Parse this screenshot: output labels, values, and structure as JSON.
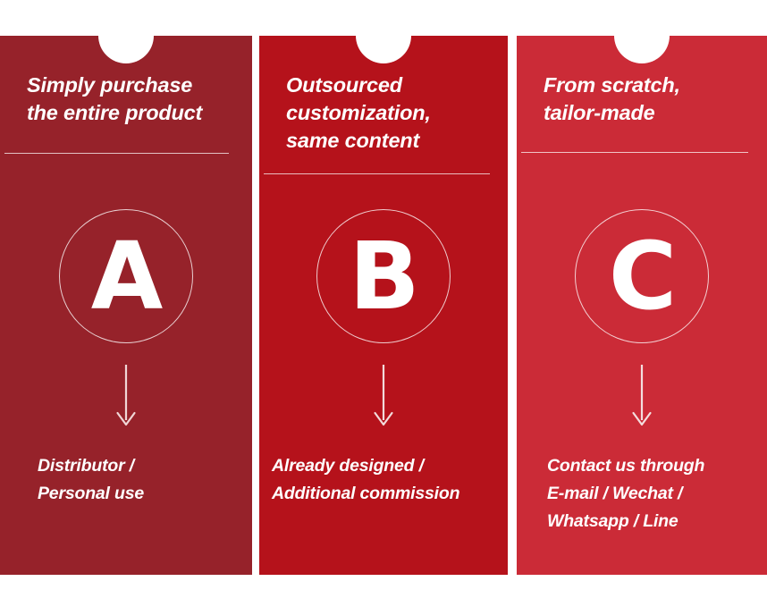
{
  "page": {
    "title": "Product Options A B C",
    "background_color": "#FFFFFF",
    "text_color": "#FFFFFF"
  },
  "panels": [
    {
      "key": "option-a",
      "letter": "A",
      "color": "#96222A",
      "heading": "Simply purchase\nthe entire product",
      "bottom_text": "Distributor /\nPersonal use",
      "arrow_icon": "down-arrow-icon",
      "notch_icon": "notch-cutout"
    },
    {
      "key": "option-b",
      "letter": "B",
      "color": "#B5121B",
      "heading": "Outsourced\ncustomization,\nsame content",
      "bottom_text": "Already designed /\nAdditional commission",
      "arrow_icon": "down-arrow-icon",
      "notch_icon": "notch-cutout"
    },
    {
      "key": "option-c",
      "letter": "C",
      "color": "#CB2B37",
      "heading": "From scratch,\ntailor-made",
      "bottom_text": "Contact us through\nE-mail / Wechat /\nWhatsapp / Line",
      "arrow_icon": "down-arrow-icon",
      "notch_icon": "notch-cutout"
    }
  ]
}
